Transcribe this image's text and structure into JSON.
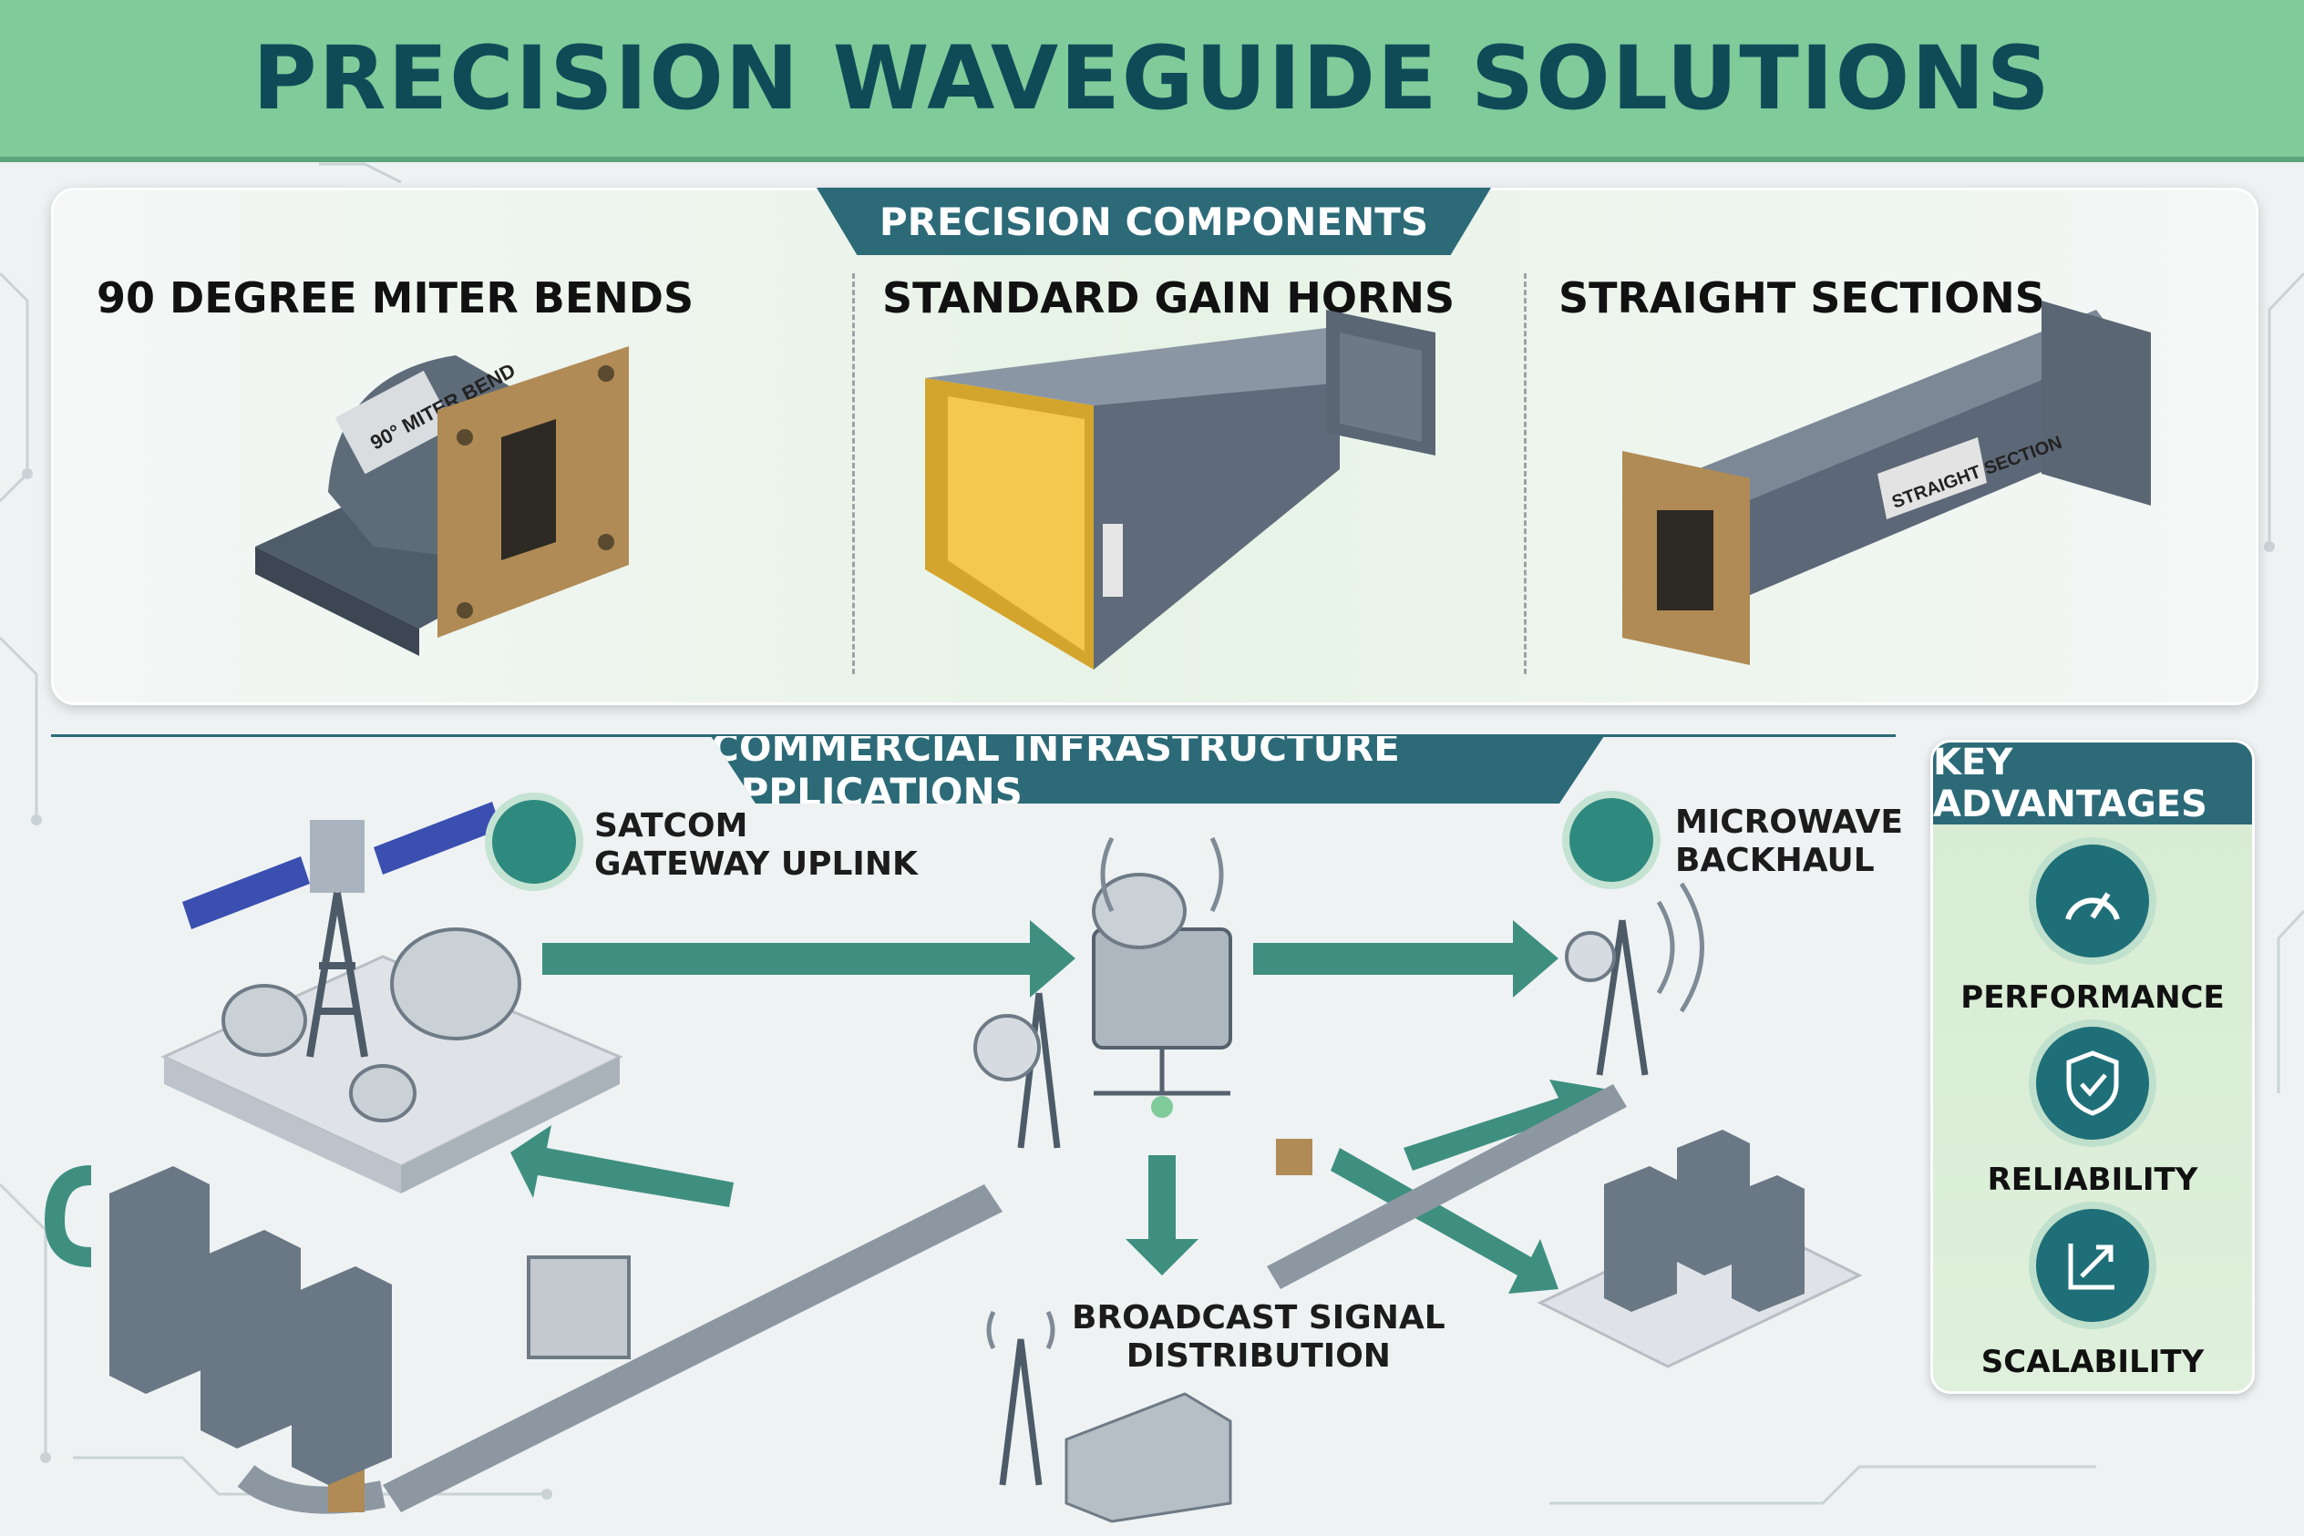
{
  "header": {
    "title": "PRECISION WAVEGUIDE SOLUTIONS"
  },
  "components": {
    "section_title": "PRECISION COMPONENTS",
    "items": [
      {
        "title": "90 DEGREE MITER BENDS",
        "tag": "90° MITER BEND"
      },
      {
        "title": "STANDARD GAIN HORNS"
      },
      {
        "title": "STRAIGHT SECTIONS",
        "tag": "STRAIGHT SECTION"
      }
    ]
  },
  "applications": {
    "section_title": "COMMERCIAL INFRASTRUCTURE APPLICATIONS",
    "items": [
      {
        "label": "SATCOM\nGATEWAY UPLINK",
        "icon": "satellite-icon"
      },
      {
        "label": "MICROWAVE\nBACKHAUL",
        "icon": "megaphone-icon"
      },
      {
        "label": "BROADCAST SIGNAL\nDISTRIBUTION",
        "icon": "broadcast-tower-icon"
      }
    ]
  },
  "advantages": {
    "title": "KEY ADVANTAGES",
    "items": [
      {
        "label": "PERFORMANCE",
        "icon": "gauge-icon"
      },
      {
        "label": "RELIABILITY",
        "icon": "shield-check-icon"
      },
      {
        "label": "SCALABILITY",
        "icon": "scale-arrow-icon"
      }
    ]
  },
  "colors": {
    "header": "#7fcb9a",
    "accent": "#2c6a78",
    "arrow": "#3f8f80",
    "gold": "#c79a3c"
  }
}
